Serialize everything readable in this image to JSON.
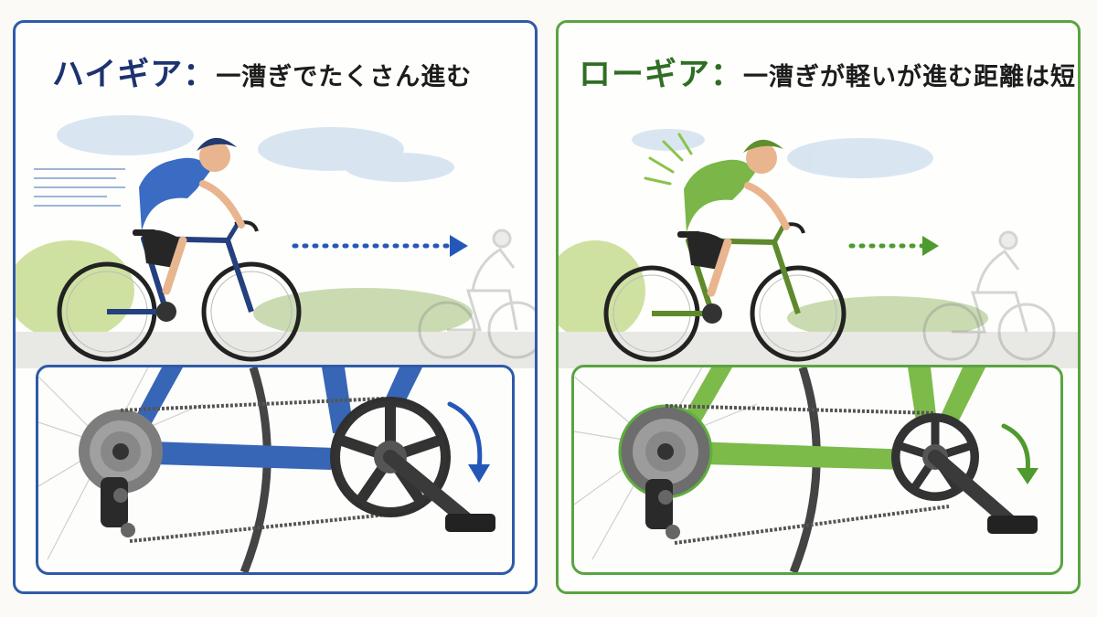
{
  "high_gear": {
    "title": "ハイギア：",
    "description": "一漕ぎでたくさん進む",
    "color": "#2f5aa8"
  },
  "low_gear": {
    "title": "ローギア：",
    "description": "一漕ぎが軽いが進む距離は短い",
    "color": "#5aa342"
  },
  "icons": [
    "cyclist-icon",
    "motion-arrow-icon",
    "chainring-icon",
    "cassette-icon",
    "pedal-icon",
    "rotation-arrow-icon"
  ]
}
